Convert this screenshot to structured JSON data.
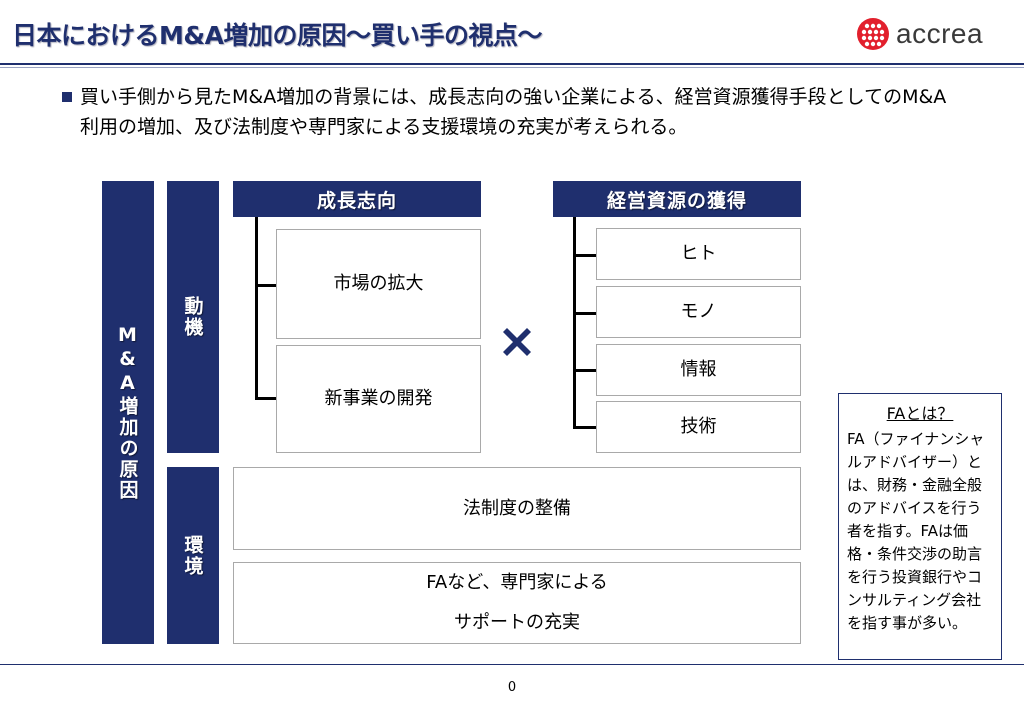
{
  "header": {
    "title": "日本におけるM&A増加の原因～買い手の視点～",
    "logo_text": "accrea",
    "brand_color": "#1f2f6e",
    "logo_color": "#e2202d"
  },
  "intro": {
    "text": "買い手側から見たM&A増加の背景には、成長志向の強い企業による、経営資源獲得手段としてのM&A利用の増加、及び法制度や専門家による支援環境の充実が考えられる。"
  },
  "diagram": {
    "main_label": "M&A増加の原因",
    "motive_label": "動機",
    "environment_label": "環境",
    "growth_header": "成長志向",
    "growth_items": [
      "市場の拡大",
      "新事業の開発"
    ],
    "times_symbol": "✖",
    "resources_header": "経営資源の獲得",
    "resource_items": [
      "ヒト",
      "モノ",
      "情報",
      "技術"
    ],
    "env_items": {
      "legal": "法制度の整備",
      "support_line1": "FAなど、専門家による",
      "support_line2": "サポートの充実"
    }
  },
  "fa_note": {
    "title": "FAとは？",
    "body": "FA（ファイナンシャルアドバイザー）とは、財務・金融全般のアドバイスを行う者を指す。FAは価格・条件交渉の助言を行う投資銀行やコンサルティング会社を指す事が多い。"
  },
  "footer": {
    "page_number": "0"
  }
}
